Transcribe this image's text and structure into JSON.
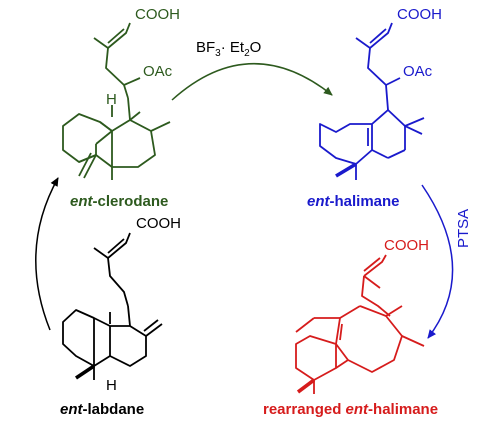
{
  "colors": {
    "clerodane": "#2d5a1e",
    "halimane": "#1a1acc",
    "rearranged": "#d61c1c",
    "labdane": "#000000",
    "arrow_green": "#2d5a1e",
    "arrow_blue": "#1a1acc",
    "arrow_black": "#000000"
  },
  "groups": {
    "cooh": "COOH",
    "oac": "OAc",
    "h": "H"
  },
  "reagents": {
    "bf3": {
      "pre": "BF",
      "sub1": "3",
      "mid": "· Et",
      "sub2": "2",
      "post": "O"
    },
    "ptsa": "PTSA"
  },
  "compounds": {
    "clerodane": {
      "prefix": "ent",
      "suffix": "-clerodane"
    },
    "halimane": {
      "prefix": "ent",
      "suffix": "-halimane"
    },
    "labdane": {
      "prefix": "ent",
      "suffix": "-labdane"
    },
    "rearranged": {
      "pre": "rearranged ",
      "prefix": "ent",
      "suffix": "-halimane"
    }
  }
}
